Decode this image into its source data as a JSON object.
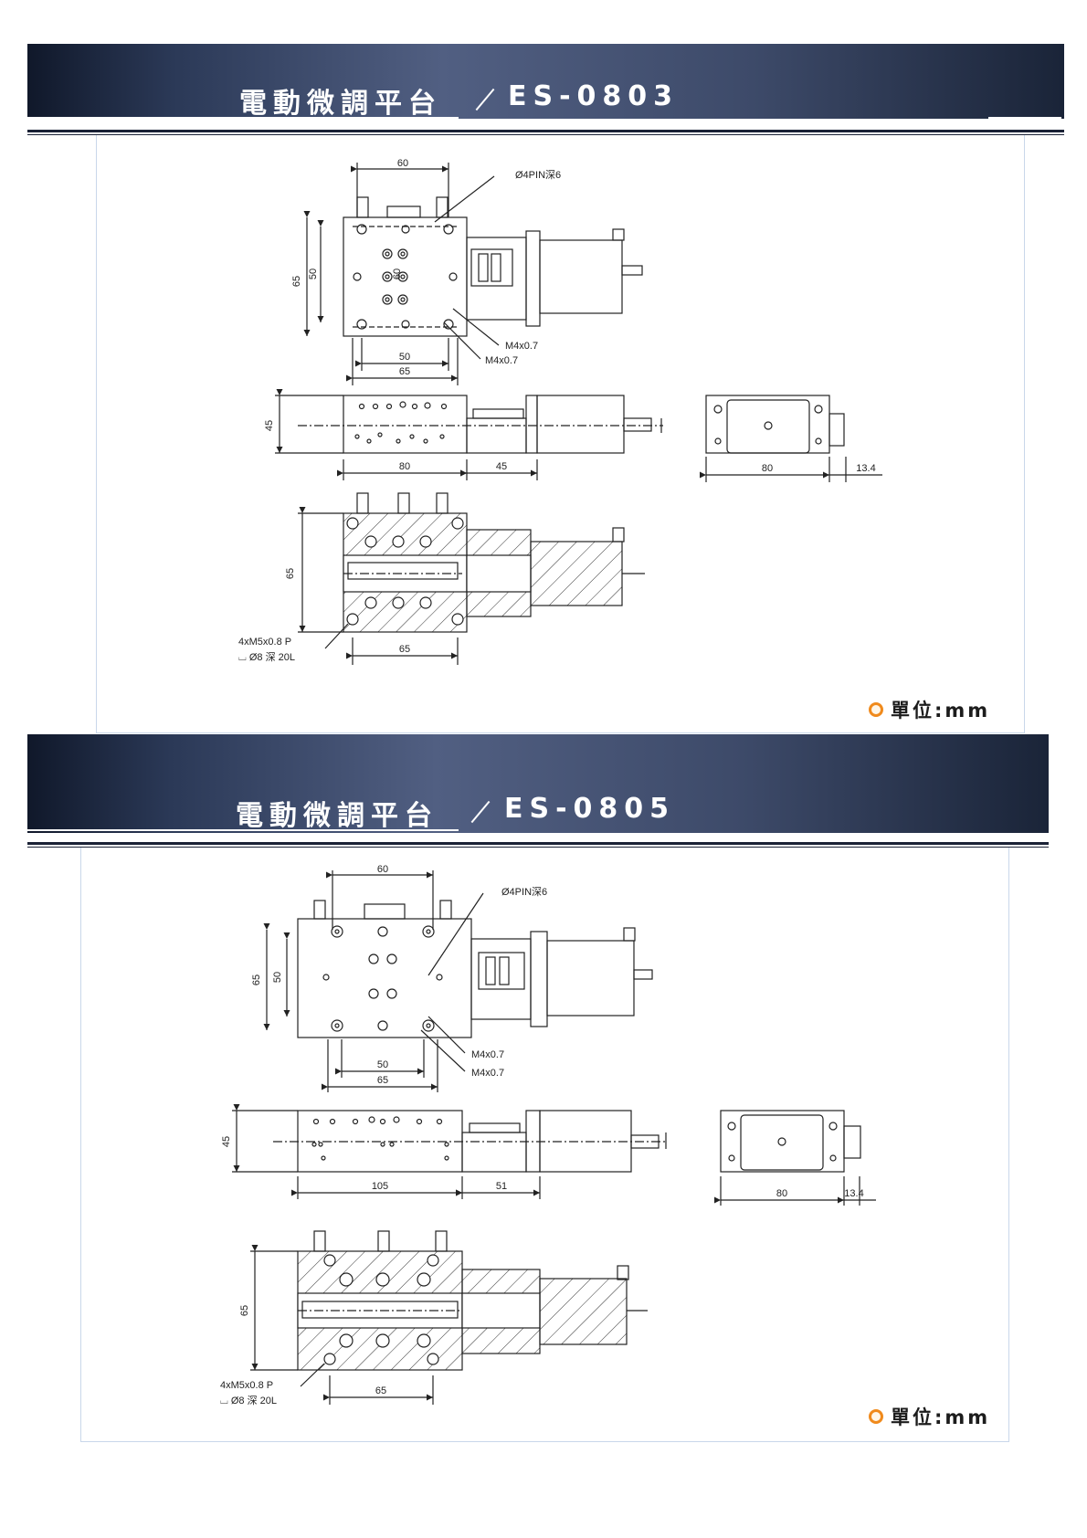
{
  "sections": [
    {
      "title": "電動微調平台",
      "model": "ES-0803",
      "unit_label": "單位:mm",
      "top_view": {
        "width_top": "60",
        "pin_note": "Ø4PIN深6",
        "height_outer": "65",
        "height_inner": "50",
        "center_height": "60",
        "thread_1": "M4x0.7",
        "thread_2": "M4x0.7",
        "bottom_inner": "50",
        "bottom_outer": "65"
      },
      "side_view": {
        "height": "45",
        "length_body": "80",
        "length_motor": "45"
      },
      "end_view": {
        "width": "80",
        "offset": "13.4"
      },
      "section_view": {
        "height": "65",
        "bottom_width": "65",
        "hole_note_1": "4xM5x0.8 P",
        "hole_note_2": "⌴ Ø8 深 20L"
      }
    },
    {
      "title": "電動微調平台",
      "model": "ES-0805",
      "unit_label": "單位:mm",
      "top_view": {
        "width_top": "60",
        "pin_note": "Ø4PIN深6",
        "height_outer": "65",
        "height_inner": "50",
        "thread_1": "M4x0.7",
        "thread_2": "M4x0.7",
        "bottom_inner": "50",
        "bottom_outer": "65"
      },
      "side_view": {
        "height": "45",
        "length_body": "105",
        "length_motor": "51"
      },
      "end_view": {
        "width": "80",
        "offset": "13.4"
      },
      "section_view": {
        "height": "65",
        "bottom_width": "65",
        "hole_note_1": "4xM5x0.8 P",
        "hole_note_2": "⌴ Ø8 深 20L"
      }
    }
  ],
  "colors": {
    "header_dark": "#10182a",
    "header_mid": "#515f82",
    "line": "#1b2236",
    "panel_border": "#c9d7ea",
    "unit_dot": "#f08a1c"
  }
}
